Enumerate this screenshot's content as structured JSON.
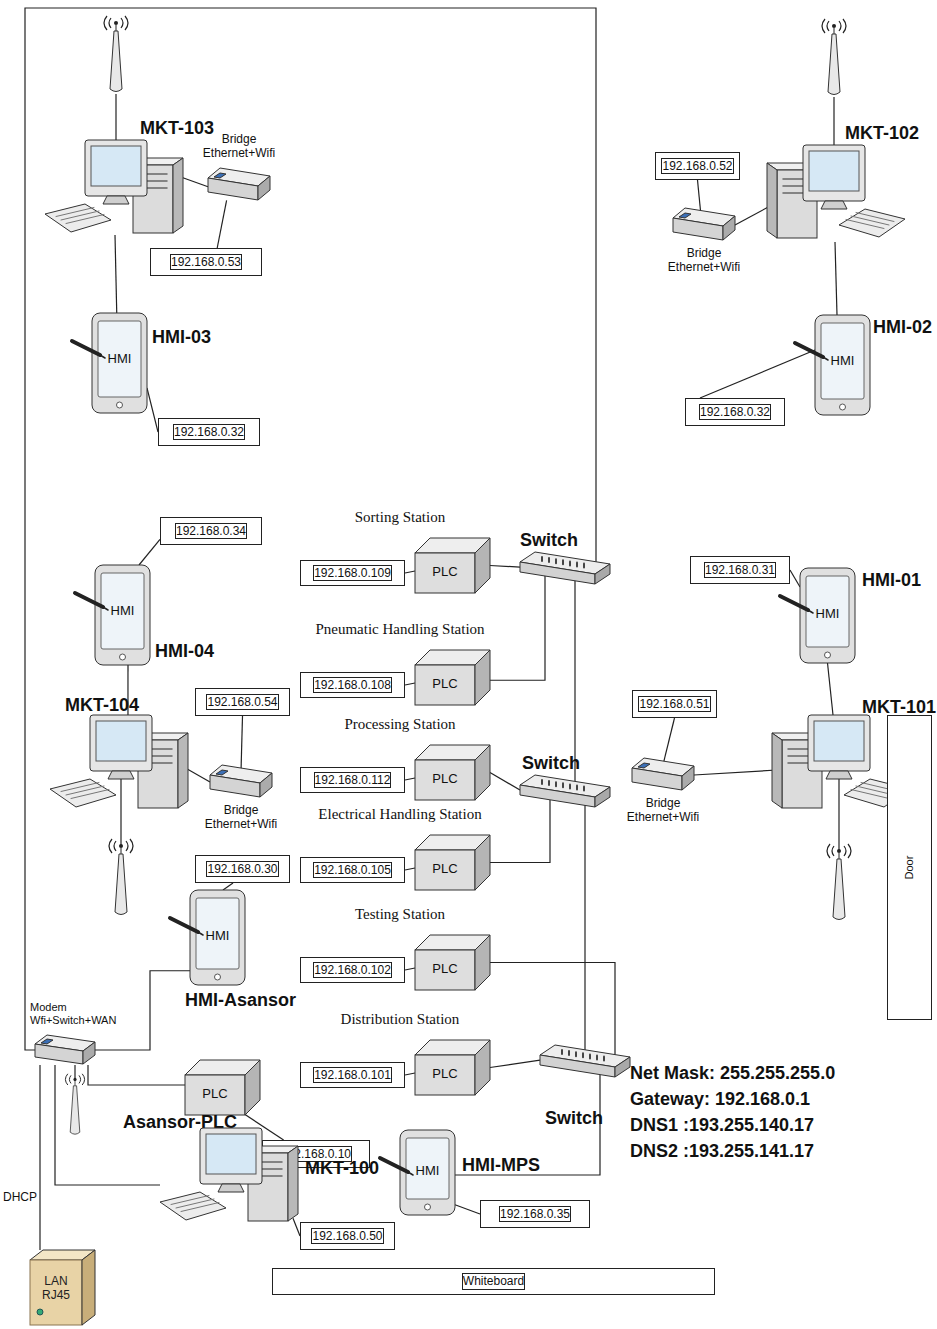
{
  "diagram": {
    "nodes": [
      {
        "text": [
          "MKT-103"
        ]
      },
      {
        "text": [
          "Bridge Ethernet+Wifi"
        ]
      },
      {
        "text": [
          "192.168.0.53"
        ]
      },
      {
        "text": [
          "HMI",
          "HMI-03"
        ]
      },
      {
        "text": [
          "192.168.0.32"
        ]
      },
      {
        "text": [
          "MKT-102"
        ]
      },
      {
        "text": [
          "192.168.0.52"
        ]
      },
      {
        "text": [
          "Bridge Ethernet+Wifi"
        ]
      },
      {
        "text": [
          "HMI",
          "HMI-02"
        ]
      },
      {
        "text": [
          "192.168.0.32"
        ]
      },
      {
        "text": [
          "PLC",
          "Sorting Station"
        ]
      },
      {
        "text": [
          "192.168.0.109"
        ]
      },
      {
        "text": [
          "Switch"
        ]
      },
      {
        "text": [
          "192.168.0.34"
        ]
      },
      {
        "text": [
          "HMI",
          "HMI-04"
        ]
      },
      {
        "text": [
          "PLC",
          "Pneumatic Handling Station"
        ]
      },
      {
        "text": [
          "192.168.0.108"
        ]
      },
      {
        "text": [
          "192.168.0.31"
        ]
      },
      {
        "text": [
          "HMI",
          "HMI-01"
        ]
      },
      {
        "text": [
          "MKT-104"
        ]
      },
      {
        "text": [
          "192.168.0.54"
        ]
      },
      {
        "text": [
          "Bridge Ethernet+Wifi"
        ]
      },
      {
        "text": [
          "PLC",
          "Processing Station"
        ]
      },
      {
        "text": [
          "192.168.0.112"
        ]
      },
      {
        "text": [
          "Switch"
        ]
      },
      {
        "text": [
          "MKT-101"
        ]
      },
      {
        "text": [
          "192.168.0.51"
        ]
      },
      {
        "text": [
          "Bridge Ethernet+Wifi"
        ]
      },
      {
        "text": [
          "PLC",
          "Electrical Handling Station"
        ]
      },
      {
        "text": [
          "192.168.0.105"
        ]
      },
      {
        "text": [
          "192.168.0.30"
        ]
      },
      {
        "text": [
          "HMI",
          "HMI-Asansor"
        ]
      },
      {
        "text": [
          "PLC",
          "Testing Station"
        ]
      },
      {
        "text": [
          "192.168.0.102"
        ]
      },
      {
        "text": [
          "Modem Wfi+Switch+WAN"
        ]
      },
      {
        "text": [
          "PLC",
          "Distribution Station"
        ]
      },
      {
        "text": [
          "192.168.0.101"
        ]
      },
      {
        "text": [
          "Switch"
        ]
      },
      {
        "text": [
          "PLC",
          "Asansor-PLC"
        ]
      },
      {
        "text": [
          "192.168.0.10"
        ]
      },
      {
        "text": [
          "HMI",
          "HMI-MPS"
        ]
      },
      {
        "text": [
          "192.168.0.35"
        ]
      },
      {
        "text": [
          "MKT-100"
        ]
      },
      {
        "text": [
          "192.168.0.50"
        ]
      },
      {
        "text": [
          "LAN RJ45"
        ]
      },
      {
        "text": [
          "Whiteboard"
        ]
      },
      {
        "text": [
          "Door"
        ]
      }
    ],
    "edges": [
      {
        "from": 0,
        "to": 1,
        "arrow": "none"
      },
      {
        "from": 2,
        "to": 1,
        "arrow": "none"
      },
      {
        "from": 0,
        "to": 3,
        "arrow": "none"
      },
      {
        "from": 3,
        "to": 4,
        "arrow": "none"
      },
      {
        "from": 5,
        "to": 7,
        "arrow": "none"
      },
      {
        "from": 6,
        "to": 7,
        "arrow": "none"
      },
      {
        "from": 5,
        "to": 8,
        "arrow": "none"
      },
      {
        "from": 9,
        "to": 8,
        "arrow": "none"
      },
      {
        "from": 10,
        "to": 12,
        "arrow": "none"
      },
      {
        "from": 11,
        "to": 10,
        "arrow": "none"
      },
      {
        "from": 13,
        "to": 14,
        "arrow": "none"
      },
      {
        "from": 14,
        "to": 19,
        "arrow": "none"
      },
      {
        "from": 15,
        "to": 12,
        "arrow": "none"
      },
      {
        "from": 16,
        "to": 15,
        "arrow": "none"
      },
      {
        "from": 17,
        "to": 18,
        "arrow": "none"
      },
      {
        "from": 18,
        "to": 25,
        "arrow": "none"
      },
      {
        "from": 19,
        "to": 21,
        "arrow": "none"
      },
      {
        "from": 20,
        "to": 21,
        "arrow": "none"
      },
      {
        "from": 22,
        "to": 24,
        "arrow": "none"
      },
      {
        "from": 23,
        "to": 22,
        "arrow": "none"
      },
      {
        "from": 12,
        "to": 24,
        "arrow": "none"
      },
      {
        "from": 12,
        "to": 34,
        "arrow": "none"
      },
      {
        "from": 25,
        "to": 27,
        "arrow": "none"
      },
      {
        "from": 26,
        "to": 27,
        "arrow": "none"
      },
      {
        "from": 28,
        "to": 24,
        "arrow": "none"
      },
      {
        "from": 29,
        "to": 28,
        "arrow": "none"
      },
      {
        "from": 30,
        "to": 31,
        "arrow": "none"
      },
      {
        "from": 31,
        "to": 34,
        "arrow": "none"
      },
      {
        "from": 24,
        "to": 37,
        "arrow": "none"
      },
      {
        "from": 32,
        "to": 37,
        "arrow": "none"
      },
      {
        "from": 33,
        "to": 32,
        "arrow": "none"
      },
      {
        "from": 35,
        "to": 37,
        "arrow": "none"
      },
      {
        "from": 36,
        "to": 35,
        "arrow": "none"
      },
      {
        "from": 40,
        "to": 37,
        "arrow": "none"
      },
      {
        "from": 41,
        "to": 40,
        "arrow": "none"
      },
      {
        "from": 34,
        "to": 38,
        "arrow": "none"
      },
      {
        "from": 38,
        "to": 39,
        "arrow": "none"
      },
      {
        "from": 34,
        "to": 42,
        "arrow": "none"
      },
      {
        "from": 42,
        "to": 43,
        "arrow": "none"
      },
      {
        "from": 34,
        "to": 44,
        "label": "DHCP",
        "arrow": "none"
      }
    ],
    "labels": [
      "Net Mask: 255.255.255.0",
      "Gateway: 192.168.0.1",
      "DNS1 :193.255.140.17",
      "DNS2 :193.255.141.17"
    ]
  }
}
